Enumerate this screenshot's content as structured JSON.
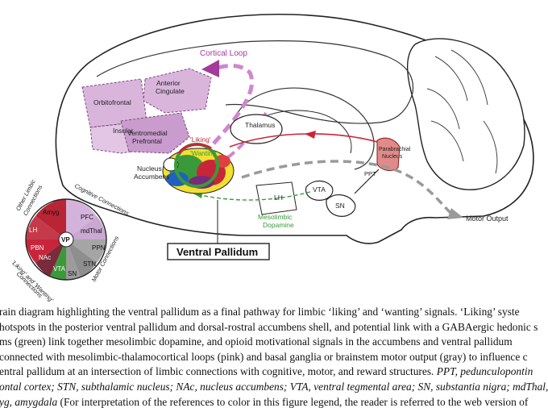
{
  "figure": {
    "labels": {
      "cortical_loop": "Cortical Loop",
      "anterior_cingulate_1": "Anterior",
      "anterior_cingulate_2": "Cingulate",
      "orbitofrontal": "Orbitofrontal",
      "insular": "Insular",
      "ventromedial_1": "Ventromedial",
      "ventromedial_2": "Prefrontal",
      "thalamus": "Thalamus",
      "liking": "'Liking'",
      "wanting": "'Wanting'",
      "nucleus_1": "Nucleus",
      "nucleus_2": "Accumbens",
      "parabrachial_1": "Parabrachial",
      "parabrachial_2": "Nucleus",
      "ppt": "PPT",
      "lh": "LH",
      "vta": "VTA",
      "sn": "SN",
      "mesolimbic_1": "Mesolimbic",
      "mesolimbic_2": "Dopamine",
      "motor_output": "Motor Output",
      "ventral_pallidum": "Ventral Pallidum"
    },
    "wheel": {
      "center": "VP",
      "segments": {
        "amyg": "Amyg",
        "lh": "LH",
        "pfc": "PFC",
        "mdthal": "mdThal",
        "ppn": "PPN",
        "stn": "STN",
        "sn": "SN",
        "vta": "VTA",
        "nac": "NAc",
        "pbn": "PBN"
      },
      "arc_labels": {
        "other_limbic_1": "Other Limbic",
        "other_limbic_2": "Connections",
        "cognitive": "Cognitive Connections",
        "motor": "Motor Connections",
        "liking_wanting_1": "'Liking' and 'Wanting'",
        "liking_wanting_2": "Connections"
      },
      "colors": {
        "limbic": "#b92535",
        "cognitive": "#c9a8d2",
        "motor": "#9a9a9a",
        "liking": "#c8253a",
        "wanting": "#3a9a3a"
      }
    }
  },
  "caption": {
    "line1": "rain diagram highlighting the ventral pallidum as a final pathway for limbic ‘liking’ and ‘wanting’ signals. ‘Liking’ syste",
    "line2": "hotspots in the posterior ventral pallidum and dorsal-rostral accumbens shell, and potential link with a GABAergic hedonic s",
    "line3": "ms (green) link together mesolimbic dopamine, and opioid motivational signals in the accumbens and ventral pallidum",
    "line4": "connected with mesolimbic-thalamocortical loops (pink) and basal ganglia or brainstem motor output (gray) to influence c",
    "line5": "entral pallidum at an intersection of limbic connections with cognitive, motor, and reward structures.",
    "line5_italic": " PPT, pedunculopontin",
    "line6_italic": "ontal cortex; STN, subthalamic nucleus; NAc, nucleus accumbens; VTA, ventral tegmental area; SN, substantia nigra; mdThal, me",
    "line7_italic": "yg, amygdala",
    "line7": " (For interpretation of the references to color in this figure legend, the reader is referred to the web version of"
  }
}
